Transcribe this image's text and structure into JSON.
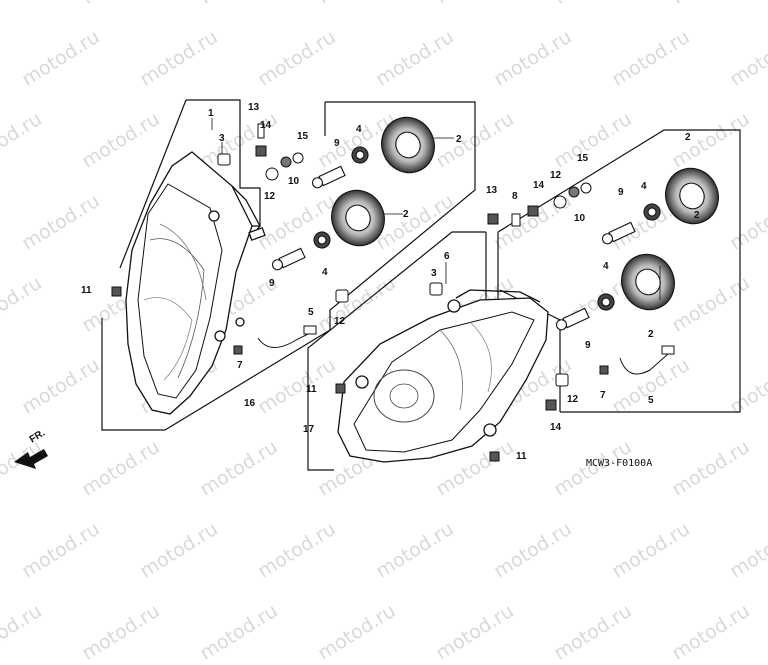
{
  "watermark": "motod.ru",
  "diagram_code": "MCW3-F0100A",
  "direction_label": "FR.",
  "callouts": [
    "1",
    "2",
    "3",
    "4",
    "5",
    "6",
    "7",
    "8",
    "9",
    "10",
    "11",
    "12",
    "13",
    "14",
    "15",
    "16",
    "17"
  ]
}
